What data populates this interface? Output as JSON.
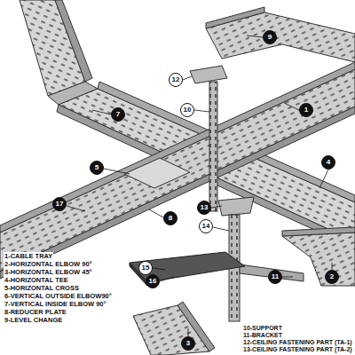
{
  "diagram": {
    "nodes": [
      {
        "text": [
          "9"
        ]
      },
      {
        "text": [
          "12"
        ]
      },
      {
        "text": [
          "10"
        ]
      },
      {
        "text": [
          "1"
        ]
      },
      {
        "text": [
          "7"
        ]
      },
      {
        "text": [
          "5"
        ]
      },
      {
        "text": [
          "4"
        ]
      },
      {
        "text": [
          "17"
        ]
      },
      {
        "text": [
          "8"
        ]
      },
      {
        "text": [
          "13"
        ]
      },
      {
        "text": [
          "14"
        ]
      },
      {
        "text": [
          "15"
        ]
      },
      {
        "text": [
          "11"
        ]
      },
      {
        "text": [
          "2"
        ]
      },
      {
        "text": [
          "16"
        ]
      },
      {
        "text": [
          "3"
        ]
      }
    ],
    "labels": [
      "1-CABLE TRAY",
      "2-HORIZONTAL ELBOW 90°",
      "3-HORIZONTAL ELBOW 45°",
      "4-HORIZONTAL TEE",
      "5-HORIZONTAL CROSS",
      "6-VERTICAL OUTSIDE ELBOW90°",
      "7-VERTICAL INSIDE ELBOW 90°",
      "8-REDUCER PLATE",
      "9-LEVEL CHANGE",
      "10-SUPPORT",
      "11-BRACKET",
      "12-CEILING FASTENING PART (TA-1)",
      "13-CEILING FASTENING PART (TA-2)"
    ]
  }
}
